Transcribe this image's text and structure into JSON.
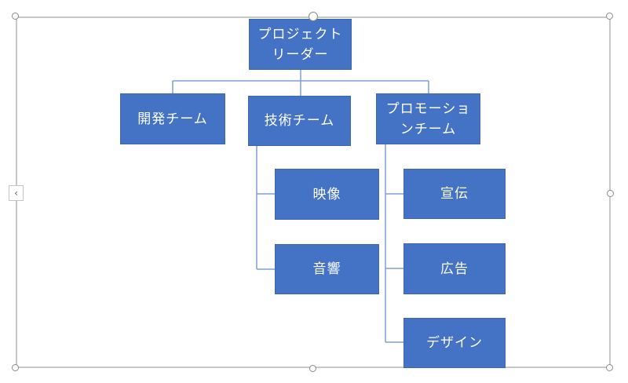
{
  "nodes": {
    "leader": "プロジェクト\nリーダー",
    "dev_team": "開発チーム",
    "tech_team": "技術チーム",
    "promo_team": "プロモーショ\nンチーム",
    "video": "映像",
    "sound": "音響",
    "publicity": "宣伝",
    "advertising": "広告",
    "design": "デザイン"
  },
  "colors": {
    "node_fill": "#4472c4",
    "node_text": "#ffffff",
    "connector": "#7f9fd3",
    "selection_frame": "#c8c8c8"
  },
  "icons": {
    "text_pane_toggle": "chevron-left-icon"
  }
}
